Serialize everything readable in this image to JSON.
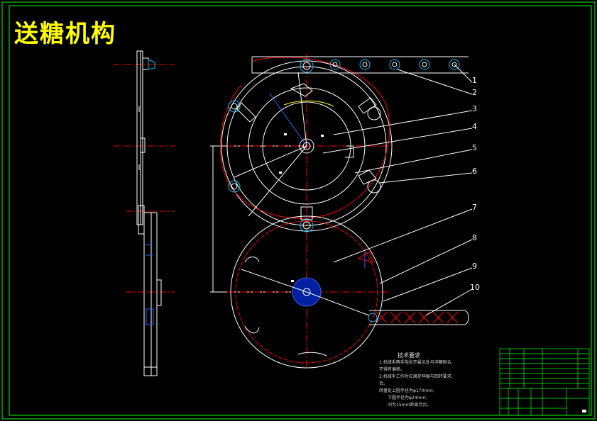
{
  "title": "送糖机构",
  "callouts": [
    "1",
    "2",
    "3",
    "4",
    "5",
    "6",
    "7",
    "8",
    "9",
    "10"
  ],
  "tech_requirements": {
    "heading": "技术要求",
    "lines": [
      "1.机械手两手指张开最远处与冲糖刚合,",
      "不得有偏移。",
      "2.机械手工作时应满足伸展与回转要求,",
      "合。",
      "转盘处上圆半径为φ170mm;",
      "下圆半径为φ24mm;",
      "间为15mm距离合页。"
    ]
  },
  "colors": {
    "background": "#000000",
    "frame": "#00ff00",
    "outline": "#ffffff",
    "center_line": "#ff0000",
    "highlight": "#ffff00",
    "part": "#00bfff",
    "accent": "#3060ff"
  }
}
